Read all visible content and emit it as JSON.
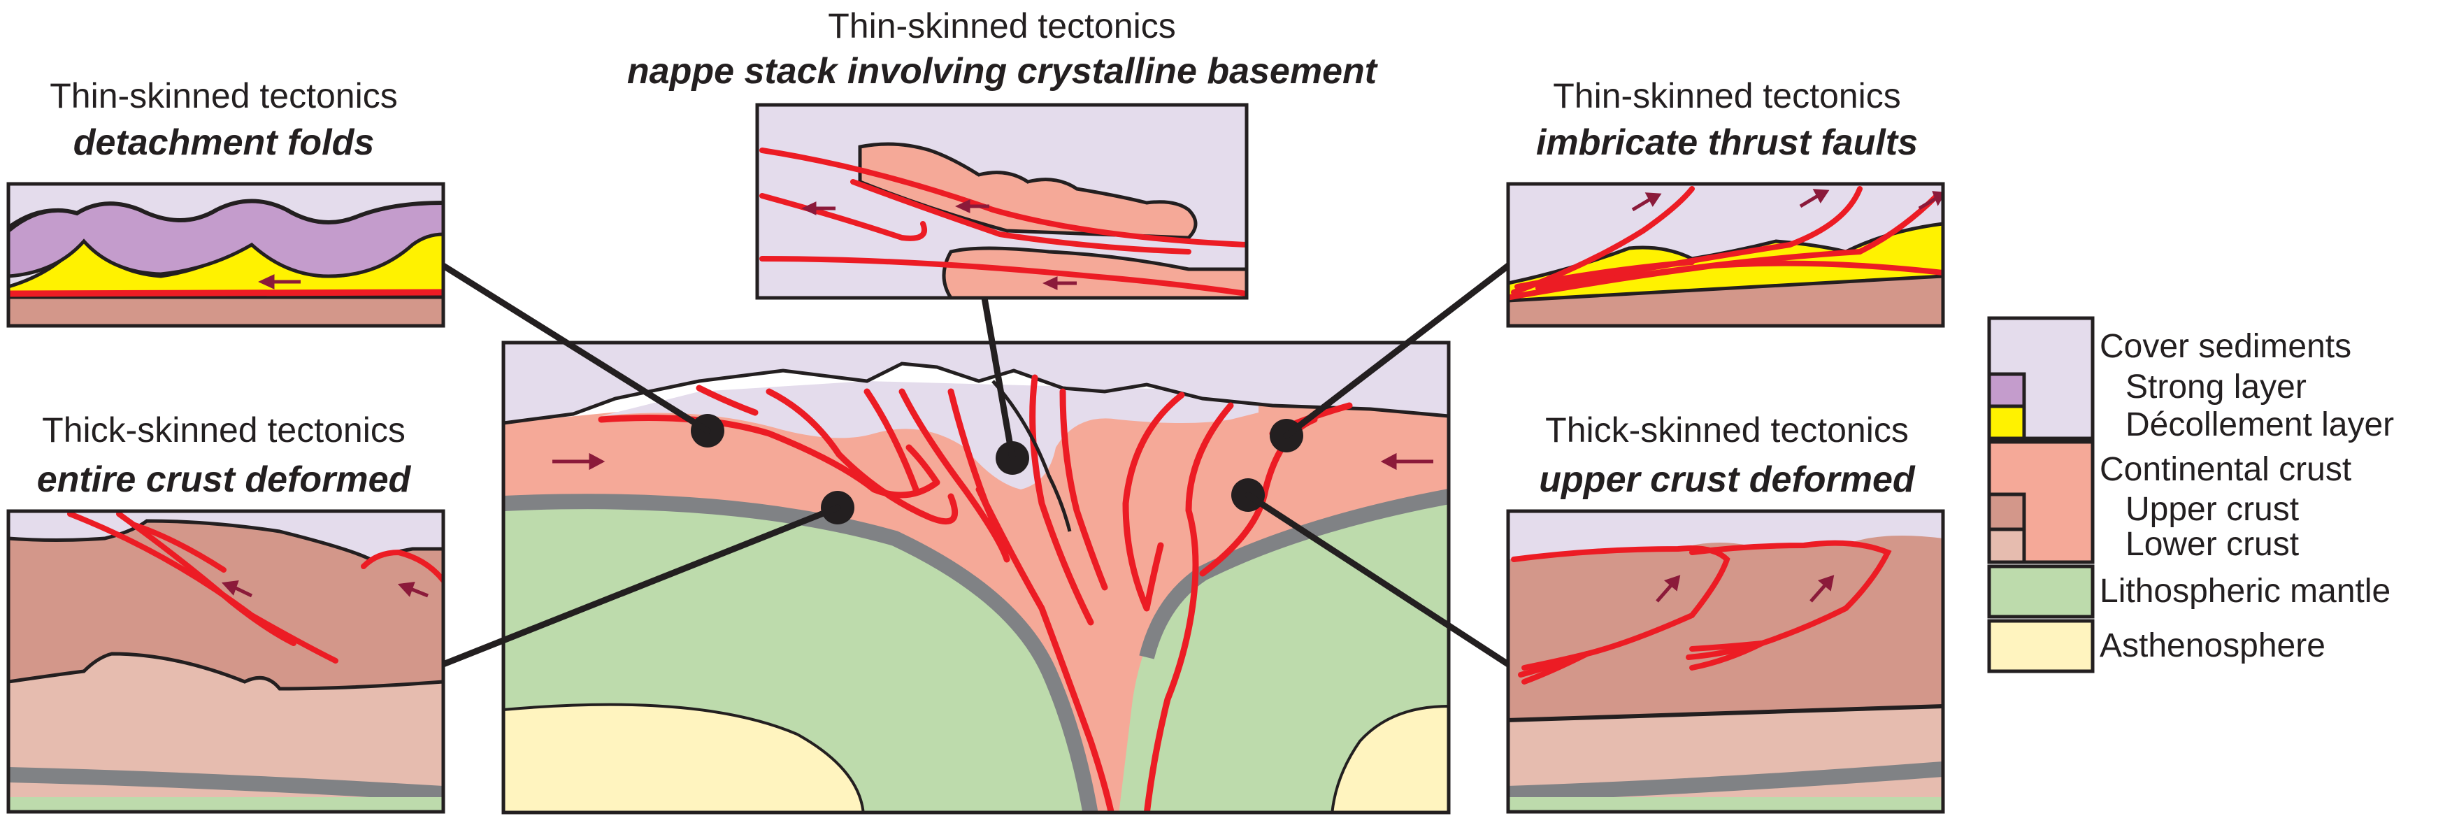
{
  "panels": {
    "top_center": {
      "title": "Thin-skinned tectonics",
      "subtitle": "nappe stack involving crystalline basement"
    },
    "top_left": {
      "title": "Thin-skinned tectonics",
      "subtitle": "detachment folds"
    },
    "top_right": {
      "title": "Thin-skinned tectonics",
      "subtitle": "imbricate thrust faults"
    },
    "bottom_left": {
      "title": "Thick-skinned tectonics",
      "subtitle": "entire crust deformed"
    },
    "bottom_right": {
      "title": "Thick-skinned tectonics",
      "subtitle": "upper crust deformed"
    }
  },
  "legend": {
    "items": [
      {
        "label": "Cover sediments",
        "color": "#e4dcec"
      },
      {
        "label": "Strong layer",
        "color": "#c49ccc"
      },
      {
        "label": "Décollement layer",
        "color": "#fff200"
      },
      {
        "label": "Continental crust",
        "color": "#f5a998"
      },
      {
        "label": "Upper crust",
        "color": "#d3978a"
      },
      {
        "label": "Lower crust",
        "color": "#e6bcaf"
      },
      {
        "label": "Lithospheric mantle",
        "color": "#bddbac"
      },
      {
        "label": "Asthenosphere",
        "color": "#fff4bf"
      }
    ]
  },
  "colors": {
    "fault": "#ec1c24",
    "arrow": "#8b1a3a",
    "moho": "#808285",
    "outline": "#231f20"
  }
}
